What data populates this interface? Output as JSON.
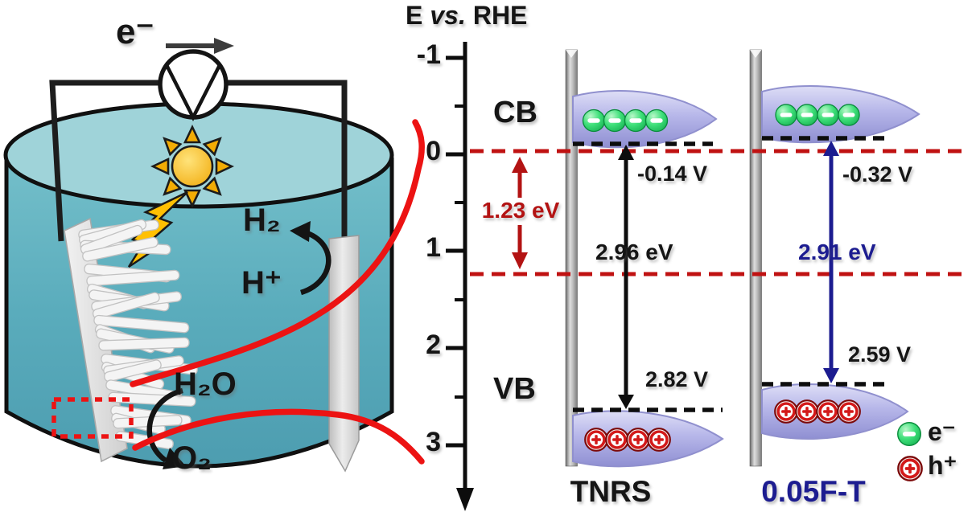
{
  "title": {
    "e": "E",
    "vs": "vs.",
    "rhe": "RHE"
  },
  "cell": {
    "electron_flow": "e⁻",
    "h2": "H₂",
    "h_plus": "H⁺",
    "h2o": "H₂O",
    "o2": "O₂"
  },
  "axis": {
    "ticks": [
      "-1",
      "0",
      "1",
      "2",
      "3"
    ]
  },
  "bands": {
    "cb": "CB",
    "vb": "VB",
    "overpotential": "1.23 eV"
  },
  "panels": [
    {
      "name": "TNRS",
      "cb_edge": "-0.14 V",
      "gap": "2.96 eV",
      "vb_edge": "2.82 V"
    },
    {
      "name": "0.05F-T",
      "cb_edge": "-0.32 V",
      "gap": "2.91 eV",
      "vb_edge": "2.59 V"
    }
  ],
  "legend": {
    "electron": "e⁻",
    "hole": "h⁺"
  },
  "colors": {
    "dashed_red": "#c01212",
    "dark_red_text": "#b31313",
    "bright_red": "#ec1313",
    "navy": "#1c1c90",
    "liquid_teal": "#5aadbc",
    "band_lavender": "#b6b6e9",
    "electron_green": "#2fd46a",
    "hole_red": "#d31919"
  },
  "chart_data": {
    "type": "energy-level-diagram",
    "axis_label": "E vs. RHE",
    "axis_units": "V",
    "axis_range": [
      -1,
      3.5
    ],
    "reference_lines_V": [
      0,
      1.23
    ],
    "reference_gap_label": "1.23 eV",
    "series": [
      {
        "name": "TNRS",
        "cb_V": -0.14,
        "vb_V": 2.82,
        "band_gap_eV": 2.96
      },
      {
        "name": "0.05F-T",
        "cb_V": -0.32,
        "vb_V": 2.59,
        "band_gap_eV": 2.91
      }
    ]
  }
}
